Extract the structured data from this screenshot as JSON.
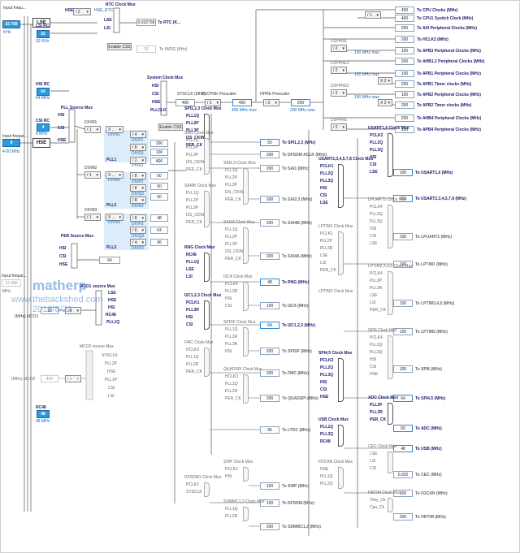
{
  "inputs": {
    "lse": {
      "caption": "Input frequ...",
      "value": "32.768",
      "unit": "KHz",
      "name": "LSE"
    },
    "hse": {
      "caption": "Input freque...",
      "value": "8",
      "range": "4-50 MHz",
      "name": "HSE"
    },
    "lsi": {
      "name": "LSI RC",
      "value": "32",
      "unit": "32 KHz"
    },
    "hsi": {
      "name": "HSI RC",
      "value": "64",
      "unit": "64 MHz"
    },
    "csi": {
      "name": "CSI RC",
      "value": "4",
      "unit": "4 MHz"
    },
    "hsi48": {
      "name": "RC48",
      "value": "48",
      "unit": "48 MHz"
    },
    "ext": {
      "caption": "Input freque...",
      "value": "12.288",
      "unit": "MHz"
    }
  },
  "rtc": {
    "title": "RTC Clock Mux",
    "hse_rtc": "HSE_RTC",
    "div": "/ 2",
    "hse": "HSE",
    "lse": "LSE",
    "lsi": "LSI",
    "value": "0.032768",
    "out": "To RTC (K...",
    "css": "Enable CSS",
    "iwdg_value": "32",
    "iwdg_out": "To IWDG (KHz)"
  },
  "sys": {
    "title": "System Clock Mux",
    "hsi": "HSI",
    "csi": "CSI",
    "hse": "HSE",
    "pll": "PLLCLK",
    "sysclk_label": "SYSCLK (MHz)",
    "sysclk": "400",
    "d1cpre_label": "D1CPRE Prescaler",
    "d1cpre": "/ 1",
    "hclk_box": "400",
    "max1": "400 MHz max",
    "hpre_label": "HPRE Prescaler",
    "hpre": "/ 2",
    "hpre_val": "200",
    "max2": "200 MHz max",
    "css": "Enable CSS"
  },
  "pll": {
    "source_title": "PLL Source Mux",
    "hsi": "HSI",
    "csi": "CSI",
    "hse": "HSE",
    "divm1_label": "DIVM1",
    "divm1": "/ 1",
    "divn1": "X ...",
    "divp1": "/ 4",
    "divq1": "/ 8",
    "divr1": "/ 2",
    "p1": "200",
    "q1": "100",
    "r1": "400",
    "divm2_label": "DIVM2",
    "divm2": "/ 1",
    "divn2": "X ...",
    "divp2": "/ 8",
    "divq2": "/ 8",
    "divr2": "/ 8",
    "p2": "50",
    "q2": "50",
    "r2": "50",
    "divm3_label": "DIVM3",
    "divm3": "/ 1",
    "divn3": "X ...",
    "divp3": "/ 8",
    "divq3": "/ 6",
    "divr3": "/ 4",
    "p3": "48",
    "q3": "64",
    "r3": "96",
    "pll1": "PLL1",
    "pll2": "PLL2",
    "pll3": "PLL3",
    "n1": "DIVN1",
    "n2": "DIVN2",
    "n3": "DIVN3",
    "lp1": "DIVP1",
    "lq1": "DIVQ1",
    "lr1": "DIVR1",
    "lp2": "DIVP2",
    "lq2": "DIVQ2",
    "lr2": "DIVR2",
    "lp3": "DIVP3",
    "lq3": "DIVQ3",
    "lr3": "DIVR3"
  },
  "per": {
    "title": "PER Source Mux",
    "hsi": "HSI",
    "csi": "CSI",
    "hse": "HSE",
    "value": "64"
  },
  "mco1": {
    "title": "MCO1 source Mux",
    "lse": "LSE",
    "hse": "HSE",
    "hsi": "HSI",
    "rc48": "RC48",
    "pll1q": "PLL1Q",
    "div": "/ 4",
    "out": "(MHz) MCO1",
    "value": "32"
  },
  "mco2": {
    "title": "MCO2 source Mux",
    "items": [
      "SYSCLK",
      "PLL2P",
      "HSE",
      "PLL1P",
      "CSI",
      "LSI"
    ],
    "out": "(MHz) MCO2",
    "value": "400",
    "div": "/ 1"
  },
  "right_outputs": [
    {
      "value": "400",
      "label": "To CPU Clocks (MHz)"
    },
    {
      "value": "400",
      "label": "To CPU1 Systick Clock (MHz)"
    },
    {
      "value": "200",
      "label": "To AXI Peripheral Clocks (MHz)"
    },
    {
      "value": "200",
      "label": "To HCLK2 (MHz)"
    },
    {
      "value": "100",
      "label": "To APB3 Peripheral Clocks (MHz)"
    },
    {
      "value": "200",
      "label": "To AHB1,2 Peripheral Clocks (MHz)"
    },
    {
      "value": "100",
      "label": "To APB1 Peripheral Clocks (MHz)"
    },
    {
      "value": "200",
      "label": "To APB1 Timer clocks (MHz)"
    },
    {
      "value": "100",
      "label": "To APB2 Peripheral Clocks (MHz)"
    },
    {
      "value": "200",
      "label": "To APB2 Timer clocks (MHz)"
    },
    {
      "value": "200",
      "label": "To AHB4 Peripheral Clocks (MHz)"
    },
    {
      "value": "100",
      "label": "To APB4 Peripheral Clocks (MHz)"
    }
  ],
  "prescalers": {
    "systick": "/ 1",
    "d1ppre": "D1PPRE",
    "d1ppre_v": "/ 2",
    "d2ppre1": "D2PPRE1",
    "d2ppre1_v": "/ 2",
    "d2ppre2": "D2PPRE2",
    "d2ppre2_v": "/ 2",
    "d3ppre": "D3PPRE",
    "d3ppre_v": "/ 2",
    "x2a": "X 2",
    "x2b": "X 2",
    "max100a": "100 MHz max",
    "max100b": "100 MHz max",
    "max100c": "100 MHz max"
  },
  "mid_muxes": [
    {
      "title": "SPI1,2,3 Clock Mux",
      "items": [
        "PLL1Q",
        "PLL2P",
        "PLL3P",
        "I2S_CKIN",
        "PER_CK"
      ],
      "value": "50",
      "out": "To SPI1,2,3 (MHz)",
      "hl": true
    },
    {
      "title": "SAI1 Clock Mux",
      "items": [
        "PLL1Q",
        "PLL2P",
        "PLL3P",
        "I2S_CKIN",
        "PER_CK"
      ],
      "value": "200",
      "out": "To DFSDM ACLK (MHz)",
      "hl": false
    },
    {
      "title": "",
      "items": [],
      "value": "200",
      "out": "To SAI1 (MHz)",
      "hl": false
    },
    {
      "title": "SAI2,3 Clock Mux",
      "items": [
        "PLL1Q",
        "PLL2P",
        "PLL3P",
        "I2S_CKIN",
        "PER_CK"
      ],
      "value": "200",
      "out": "To SAI2,3 (MHz)",
      "hl": false
    },
    {
      "title": "SAI4B Clock Mux",
      "items": [
        "PLL1Q",
        "PLL2P",
        "PLL3P",
        "I2S_CKIN",
        "PER_CK"
      ],
      "value": "200",
      "out": "To SAI4B (MHz)",
      "hl": false
    },
    {
      "title": "SAI4A Clock Mux",
      "items": [
        "PLL1Q",
        "PLL2P",
        "PLL3P",
        "I2S_CKIN",
        "PER_CK"
      ],
      "value": "200",
      "out": "To SAI4A (MHz)",
      "hl": false
    },
    {
      "title": "RNG Clock Mux",
      "items": [
        "RC48",
        "PLL1Q",
        "LSE",
        "LSI"
      ],
      "value": "48",
      "out": "To RNG (MHz)",
      "hl": true
    },
    {
      "title": "I2C4 Clock Mux",
      "items": [
        "PCLK4",
        "PLL3R",
        "HSI",
        "CSI"
      ],
      "value": "100",
      "out": "To I2C4 (MHz)",
      "hl": false
    },
    {
      "title": "I2C1,2,3 Clock Mux",
      "items": [
        "PCLK1",
        "PLL3R",
        "HSI",
        "CSI"
      ],
      "value": "64",
      "out": "To I2C1,2,3 (MHz)",
      "hl": true
    },
    {
      "title": "SPDIF Clock Mux",
      "items": [
        "PLL1Q",
        "PLL2R",
        "PLL3R",
        "HSI"
      ],
      "value": "200",
      "out": "To SPDIF (MHz)",
      "hl": false
    },
    {
      "title": "FMC Clock Mux",
      "items": [
        "HCLK3",
        "PLL1Q",
        "PLL2R",
        "PER_CK"
      ],
      "value": "200",
      "out": "To FMC (MHz)",
      "hl": false
    },
    {
      "title": "QUADSPI Clock Mux",
      "items": [
        "HCLK3",
        "PLL1Q",
        "PLL2R",
        "PER_CK"
      ],
      "value": "200",
      "out": "To QUADSPI (MHz)",
      "hl": false
    },
    {
      "title": "",
      "items": [],
      "value": "96",
      "out": "To LTDC (MHz)",
      "hl": false
    },
    {
      "title": "DFSDM1 Clock Mux",
      "items": [
        "PCLK2",
        "SYSCLK"
      ],
      "value": "100",
      "out": "To DFSDM (MHz)",
      "hl": false
    },
    {
      "title": "SWP Clock Mux",
      "items": [
        "PCLK1",
        "HSI"
      ],
      "value": "100",
      "out": "To SWP (MHz)",
      "hl": false
    },
    {
      "title": "SDMMC1,2 Clock Mux",
      "items": [
        "PLL1Q",
        "PLL2R"
      ],
      "value": "200",
      "out": "To SDMMC1,2 (MHz)",
      "hl": false
    }
  ],
  "right_muxes": [
    {
      "title": "USART1,6 Clock Mux",
      "items": [
        "PCLK2",
        "PLL2Q",
        "PLL3Q",
        "HSI",
        "CSI",
        "LSE"
      ],
      "value": "100",
      "out": "To USART1,6 (MHz)",
      "hl": true
    },
    {
      "title": "USART2,3,4,5,7,8 Clock Mux",
      "items": [
        "PCLK1",
        "PLL2Q",
        "PLL3Q",
        "HSI",
        "CSI",
        "LSE"
      ],
      "value": "100",
      "out": "To USART2,3,4,5,7,8 (MHz)",
      "hl": true
    },
    {
      "title": "LPUART1 Clock Mux",
      "items": [
        "PCLK4",
        "PLL2Q",
        "PLL3Q",
        "HSI",
        "CSI",
        "LSE"
      ],
      "value": "100",
      "out": "To LPUART1 (MHz)",
      "hl": false
    },
    {
      "title": "LPTIM1 Clock Mux",
      "items": [
        "PCLK1",
        "PLL2P",
        "PLL3R",
        "LSE",
        "LSI",
        "PER_CK"
      ],
      "value": "100",
      "out": "To LPTIM1 (MHz)",
      "hl": false
    },
    {
      "title": "LPTIM2,3,4,5 Clock Mux",
      "items": [
        "PCLK4",
        "PLL2P",
        "PLL3R",
        "LSE",
        "LSI",
        "PER_CK"
      ],
      "value": "100",
      "out": "To LPTIM3,4,5 (MHz)",
      "hl": false
    },
    {
      "title": "LPTIM2 Clock Mux",
      "items": [],
      "value": "100",
      "out": "To LPTIM2 (MHz)",
      "hl": false
    },
    {
      "title": "SPI6 Clock Mux",
      "items": [
        "PCLK4",
        "PLL2Q",
        "PLL3Q",
        "HSI",
        "CSI",
        "HSE"
      ],
      "value": "100",
      "out": "To SPI6 (MHz)",
      "hl": false
    },
    {
      "title": "SPI4,5 Clock Mux",
      "items": [
        "PCLK2",
        "PLL2Q",
        "PLL3Q",
        "HSI",
        "CSI",
        "HSE"
      ],
      "value": "64",
      "out": "To SPI4,5 (MHz)",
      "hl": true
    },
    {
      "title": "ADC Clock Mux",
      "items": [
        "PLL2P",
        "PLL3R",
        "PER_CK"
      ],
      "value": "50",
      "out": "To ADC (MHz)",
      "hl": true
    },
    {
      "title": "USB Clock Mux",
      "items": [
        "PLL1Q",
        "PLL3Q",
        "RC48"
      ],
      "value": "48",
      "out": "To USB (MHz)",
      "hl": true
    },
    {
      "title": "CEC Clock Mux",
      "items": [
        "LSE",
        "LSI",
        "CSI"
      ],
      "value": "0.032",
      "out": "To CEC (MHz)",
      "hl": false
    },
    {
      "title": "FDCAN Clock Mux",
      "items": [
        "HSE",
        "PLL1Q",
        "PLL2Q"
      ],
      "value": "200",
      "out": "To FDCAN (MHz)",
      "hl": false
    },
    {
      "title": "HRTIM Clock Mux",
      "items": [
        "Timy_Ck",
        "Cpu_Ck"
      ],
      "value": "200",
      "out": "To HRTIM (MHz)",
      "hl": false
    }
  ],
  "watermark": {
    "line1": "matherp",
    "line2": "www.thebackshed.com",
    "line3": "2018/8/21"
  }
}
